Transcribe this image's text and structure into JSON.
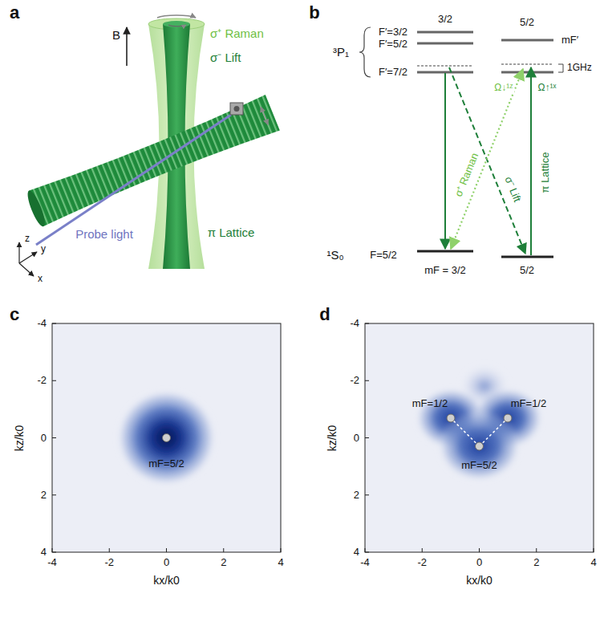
{
  "diagram": {
    "labels": [
      "a",
      "B",
      "σ⁺ Raman",
      "σ⁻ Lift",
      "Probe light",
      "π Lattice",
      "z",
      "y",
      "x",
      "b",
      "³P₁",
      "F′=3/2",
      "F′=5/2",
      "F′=7/2",
      "3/2",
      "5/2",
      "mF′",
      "1GHz",
      "Ω↓¹ᶻ",
      "Ω↑¹ˣ",
      "σ⁺ Raman",
      "σ⁻ Lift",
      "π Lattice",
      "¹S₀",
      "F=5/2",
      "mF = 3/2",
      "5/2",
      "c",
      "-4",
      "-2",
      "0",
      "2",
      "4",
      "-4",
      "-2",
      "0",
      "2",
      "4",
      "kz/k0",
      "kx/k0",
      "mF=5/2",
      "d",
      "-4",
      "-2",
      "0",
      "2",
      "4",
      "-4",
      "-2",
      "0",
      "2",
      "4",
      "kz/k0",
      "kx/k0",
      "mF=1/2",
      "mF=1/2",
      "mF=5/2"
    ]
  }
}
